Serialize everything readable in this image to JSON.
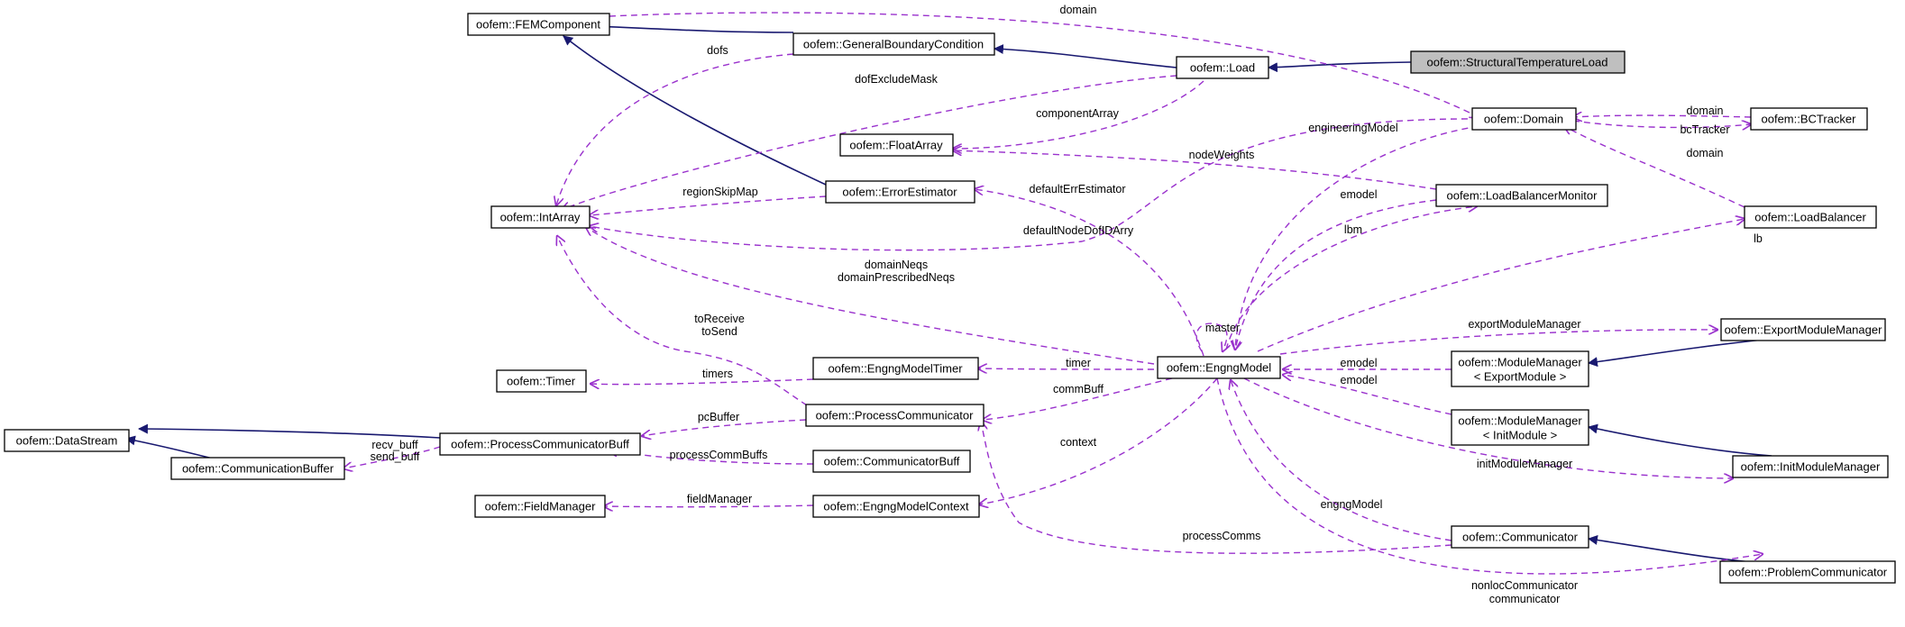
{
  "colors": {
    "inheritance_edge": "#191970",
    "usage_edge": "#9a32cd",
    "focus_fill": "#bfbfbf",
    "node_fill": "#ffffff"
  },
  "nodes": {
    "femcomponent": "oofem::FEMComponent",
    "general_bc": "oofem::GeneralBoundaryCondition",
    "load": "oofem::Load",
    "structural_temp_load": "oofem::StructuralTemperatureLoad",
    "domain": "oofem::Domain",
    "bctracker": "oofem::BCTracker",
    "floatarray": "oofem::FloatArray",
    "intarray": "oofem::IntArray",
    "error_estimator": "oofem::ErrorEstimator",
    "load_balancer_monitor": "oofem::LoadBalancerMonitor",
    "load_balancer": "oofem::LoadBalancer",
    "timer": "oofem::Timer",
    "engng_model_timer": "oofem::EngngModelTimer",
    "engng_model": "oofem::EngngModel",
    "module_manager_export_1": "oofem::ModuleManager",
    "module_manager_export_2": "< ExportModule >",
    "export_module_manager": "oofem::ExportModuleManager",
    "datastream": "oofem::DataStream",
    "process_communicator_buff": "oofem::ProcessCommunicatorBuff",
    "process_communicator": "oofem::ProcessCommunicator",
    "communication_buffer": "oofem::CommunicationBuffer",
    "communicator_buff": "oofem::CommunicatorBuff",
    "module_manager_init_1": "oofem::ModuleManager",
    "module_manager_init_2": "< InitModule >",
    "init_module_manager": "oofem::InitModuleManager",
    "field_manager": "oofem::FieldManager",
    "engng_model_context": "oofem::EngngModelContext",
    "communicator": "oofem::Communicator",
    "problem_communicator": "oofem::ProblemCommunicator"
  },
  "edge_labels": {
    "domain_top": "domain",
    "dofs": "dofs",
    "dof_exclude_mask": "dofExcludeMask",
    "component_array": "componentArray",
    "engineering_model": "engineeringModel",
    "domain_bctracker": "domain",
    "bc_tracker": "bcTracker",
    "domain_lb": "domain",
    "node_weights": "nodeWeights",
    "region_skip_map": "regionSkipMap",
    "default_err_estimator": "defaultErrEstimator",
    "emodel_lbm": "emodel",
    "lbm": "lbm",
    "lb": "lb",
    "default_node_dof_id_arry": "defaultNodeDofIDArry",
    "domain_neqs": "domainNeqs",
    "domain_prescribed_neqs": "domainPrescribedNeqs",
    "to_receive": "toReceive",
    "to_send": "toSend",
    "master": "master",
    "export_module_manager": "exportModuleManager",
    "timers": "timers",
    "timer": "timer",
    "emodel_export": "emodel",
    "emodel_init": "emodel",
    "comm_buff": "commBuff",
    "pc_buffer": "pcBuffer",
    "recv_buff": "recv_buff",
    "send_buff": "send_buff",
    "process_comm_buffs": "processCommBuffs",
    "context": "context",
    "init_module_manager": "initModuleManager",
    "field_manager": "fieldManager",
    "engng_model": "engngModel",
    "process_comms": "processComms",
    "nonloc_communicator": "nonlocCommunicator",
    "communicator": "communicator"
  }
}
